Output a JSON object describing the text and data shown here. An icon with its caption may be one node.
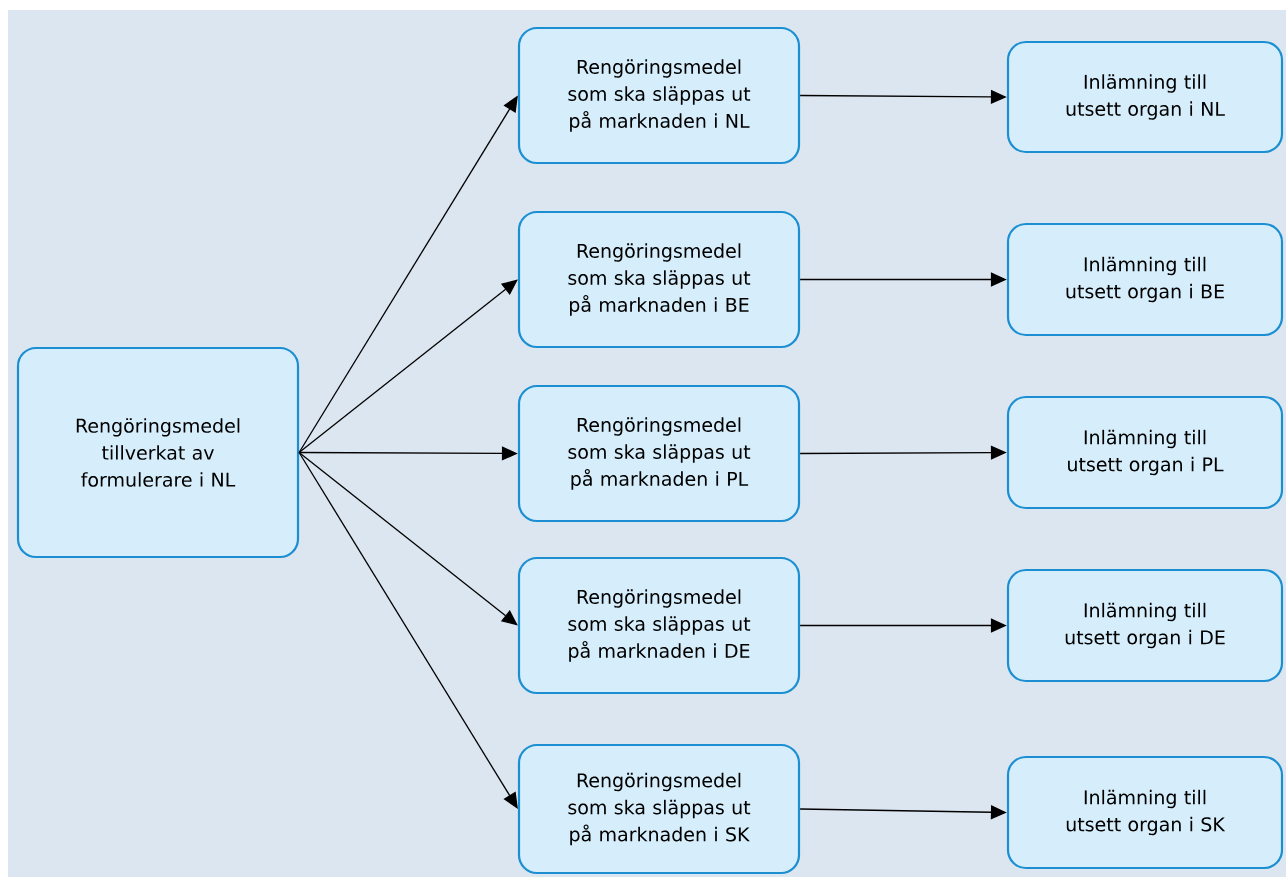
{
  "diagram": {
    "nodes": [
      {
        "text": [
          "Rengöringsmedel tillverkat av formulerare i NL"
        ]
      },
      {
        "text": [
          "Rengöringsmedel som ska släppas ut på marknaden i NL"
        ]
      },
      {
        "text": [
          "Rengöringsmedel som ska släppas ut på marknaden i BE"
        ]
      },
      {
        "text": [
          "Rengöringsmedel som ska släppas ut på marknaden i PL"
        ]
      },
      {
        "text": [
          "Rengöringsmedel som ska släppas ut på marknaden i DE"
        ]
      },
      {
        "text": [
          "Rengöringsmedel som ska släppas ut på marknaden i SK"
        ]
      },
      {
        "text": [
          "Inlämning till utsett organ i NL"
        ]
      },
      {
        "text": [
          "Inlämning till utsett organ i BE"
        ]
      },
      {
        "text": [
          "Inlämning till utsett organ i PL"
        ]
      },
      {
        "text": [
          "Inlämning till utsett organ i DE"
        ]
      },
      {
        "text": [
          "Inlämning till utsett organ i SK"
        ]
      }
    ],
    "edges": [
      {
        "from": 0,
        "to": 1,
        "arrow": "to"
      },
      {
        "from": 0,
        "to": 2,
        "arrow": "to"
      },
      {
        "from": 0,
        "to": 3,
        "arrow": "to"
      },
      {
        "from": 0,
        "to": 4,
        "arrow": "to"
      },
      {
        "from": 0,
        "to": 5,
        "arrow": "to"
      },
      {
        "from": 1,
        "to": 6,
        "arrow": "to"
      },
      {
        "from": 2,
        "to": 7,
        "arrow": "to"
      },
      {
        "from": 3,
        "to": 8,
        "arrow": "to"
      },
      {
        "from": 4,
        "to": 9,
        "arrow": "to"
      },
      {
        "from": 5,
        "to": 10,
        "arrow": "to"
      }
    ]
  }
}
